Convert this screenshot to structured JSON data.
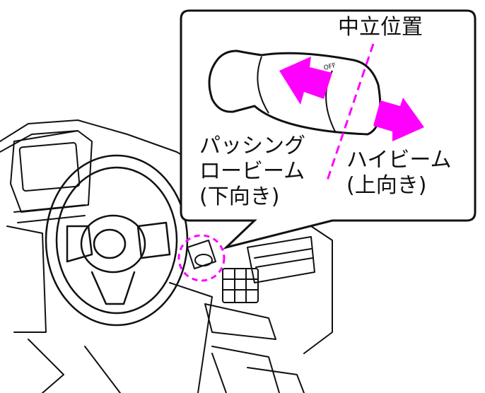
{
  "colors": {
    "accent": "#ff00ff",
    "line": "#111111"
  },
  "callout": {
    "neutral_label": "中立位置",
    "passing_label": "パッシング",
    "low_beam_label": "ロービーム",
    "low_beam_sub": "(下向き)",
    "high_beam_label": "ハイビーム",
    "high_beam_sub": "(上向き)",
    "lever_marking": "OFF"
  }
}
